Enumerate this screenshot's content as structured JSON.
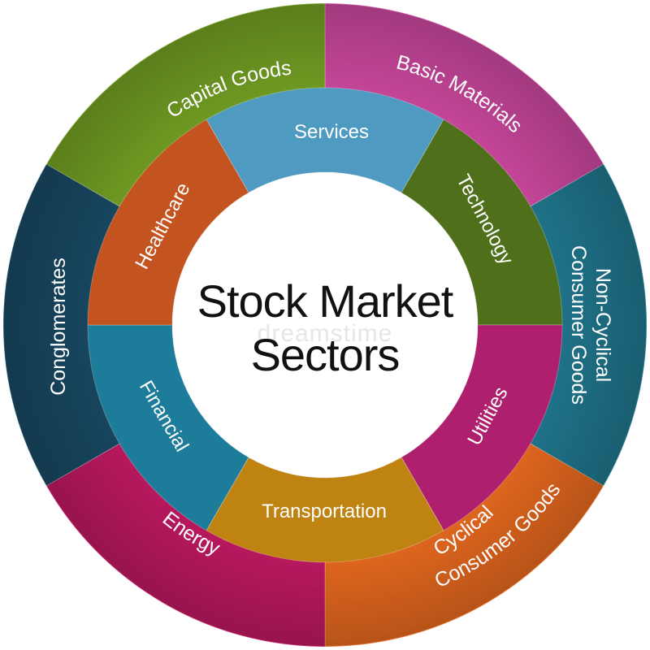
{
  "title": {
    "line1": "Stock Market",
    "line2": "Sectors"
  },
  "watermark": "dreamstime",
  "outer_ring": [
    {
      "label": "Basic Materials",
      "color": "#c6469a"
    },
    {
      "label": "Non-Cyclical Consumer Goods",
      "lines": [
        "Non-Cyclical",
        "Consumer Goods"
      ],
      "color": "#1f7389"
    },
    {
      "label": "Cyclical Consumer Goods",
      "lines": [
        "Cyclical",
        "Consumer Goods"
      ],
      "color": "#e0661e"
    },
    {
      "label": "Energy",
      "color": "#b9185e"
    },
    {
      "label": "Conglomerates",
      "color": "#17465f"
    },
    {
      "label": "Capital Goods",
      "color": "#6f9a22"
    }
  ],
  "inner_ring": [
    {
      "label": "Services",
      "color": "#4f9ac0"
    },
    {
      "label": "Technology",
      "color": "#4f6f1a"
    },
    {
      "label": "Utilities",
      "color": "#ae1f6d"
    },
    {
      "label": "Transportation",
      "color": "#bf8312"
    },
    {
      "label": "Financial",
      "color": "#1d7c99"
    },
    {
      "label": "Healthcare",
      "color": "#c4541f"
    }
  ]
}
